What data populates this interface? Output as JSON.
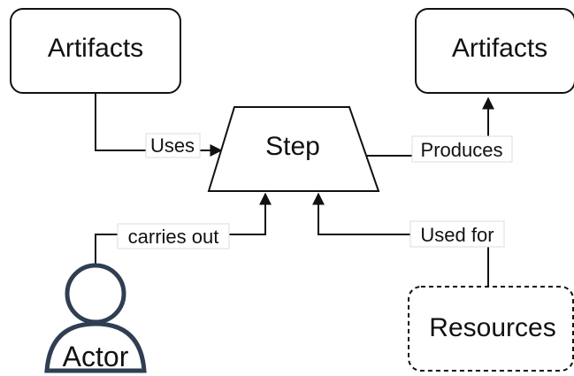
{
  "diagram": {
    "nodes": {
      "artifacts_in": {
        "label": "Artifacts"
      },
      "artifacts_out": {
        "label": "Artifacts"
      },
      "step": {
        "label": "Step"
      },
      "actor": {
        "label": "Actor"
      },
      "resources": {
        "label": "Resources"
      }
    },
    "edges": {
      "uses": {
        "label": "Uses"
      },
      "produces": {
        "label": "Produces"
      },
      "carries_out": {
        "label": "carries out"
      },
      "used_for": {
        "label": "Used for"
      }
    }
  }
}
